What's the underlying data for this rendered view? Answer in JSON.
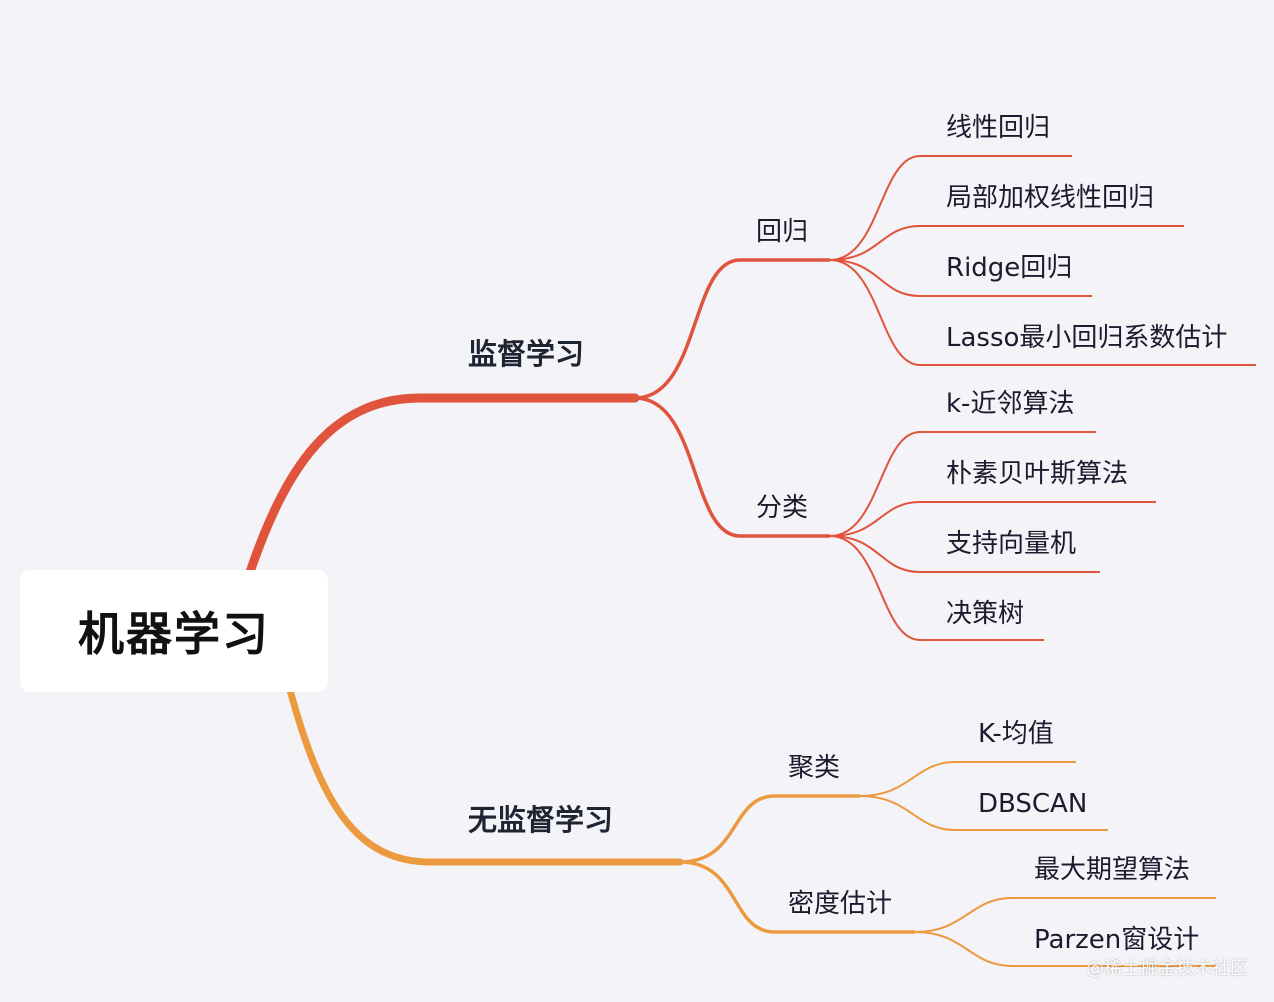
{
  "root": {
    "label": "机器学习"
  },
  "colors": {
    "supervised": "#e0533c",
    "unsupervised": "#ec9a3f",
    "background": "#f3f3f8"
  },
  "branches": [
    {
      "label": "监督学习",
      "children": [
        {
          "label": "回归",
          "children": [
            "线性回归",
            "局部加权线性回归",
            "Ridge回归",
            "Lasso最小回归系数估计"
          ]
        },
        {
          "label": "分类",
          "children": [
            "k-近邻算法",
            "朴素贝叶斯算法",
            "支持向量机",
            "决策树"
          ]
        }
      ]
    },
    {
      "label": "无监督学习",
      "children": [
        {
          "label": "聚类",
          "children": [
            "K-均值",
            "DBSCAN"
          ]
        },
        {
          "label": "密度估计",
          "children": [
            "最大期望算法",
            "Parzen窗设计"
          ]
        }
      ]
    }
  ],
  "watermark": "@稀土掘金技术社区"
}
